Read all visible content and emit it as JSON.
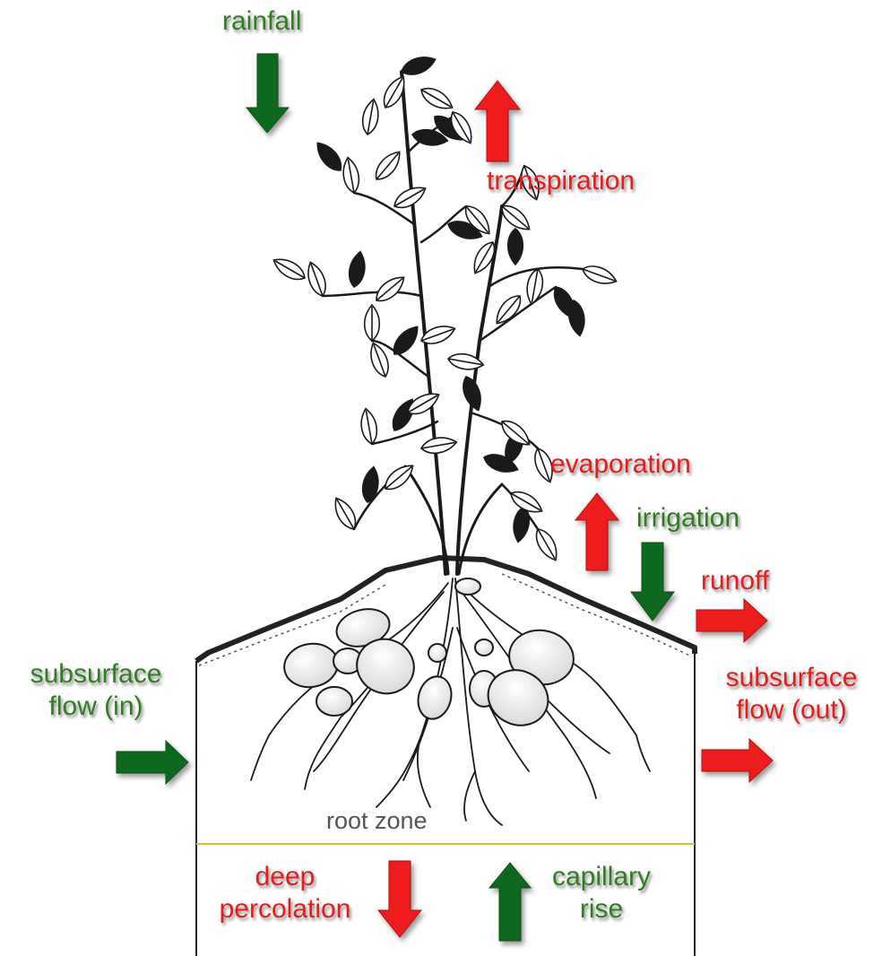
{
  "labels": {
    "rainfall": "rainfall",
    "transpiration": "transpiration",
    "evaporation": "evaporation",
    "irrigation": "irrigation",
    "runoff": "runoff",
    "subsurface_in_1": "subsurface",
    "subsurface_in_2": "flow (in)",
    "subsurface_out_1": "subsurface",
    "subsurface_out_2": "flow (out)",
    "root_zone": "root zone",
    "deep_perc_1": "deep",
    "deep_perc_2": "percolation",
    "capillary_1": "capillary",
    "capillary_2": "rise"
  },
  "colors": {
    "inflow": "#2e7d1f",
    "inflow_arrow": "#0f6b1c",
    "outflow": "#e81b1b",
    "outflow_arrow": "#ee1c1c",
    "root_zone_line": "#c8c832",
    "leaf": "#1a1a1a"
  },
  "icons": {
    "inflow_arrow": "green-arrow-icon",
    "outflow_arrow": "red-arrow-icon",
    "plant": "potato-plant-illustration"
  }
}
